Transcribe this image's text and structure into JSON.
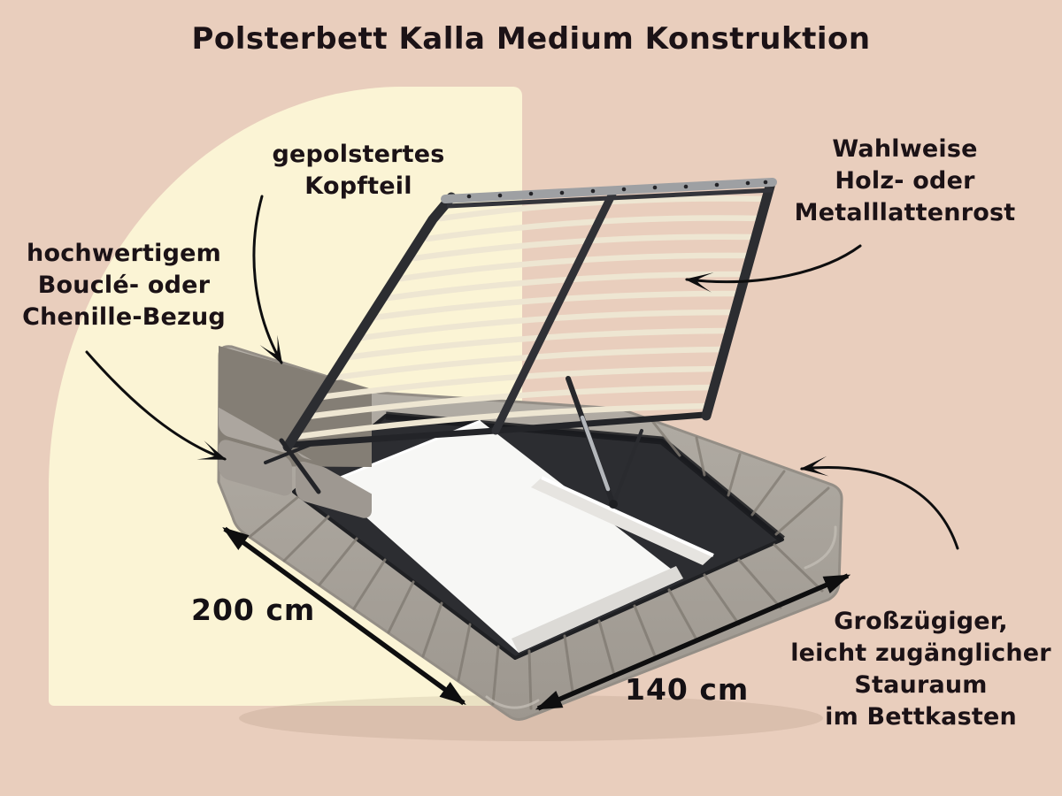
{
  "title": "Polsterbett Kalla Medium Konstruktion",
  "annotations": {
    "kopfteil": {
      "lines": [
        "gepolstertes",
        "Kopfteil"
      ]
    },
    "lattenrost": {
      "lines": [
        "Wahlweise",
        "Holz- oder",
        "Metalllattenrost"
      ]
    },
    "bezug": {
      "lines": [
        "hochwertigem",
        "Bouclé- oder",
        "Chenille-Bezug"
      ]
    },
    "stauraum": {
      "lines": [
        "Großzügiger,",
        "leicht zugänglicher",
        "Stauraum",
        "im Bettkasten"
      ]
    }
  },
  "dimensions": {
    "length": "200 cm",
    "width": "140 cm"
  },
  "colors": {
    "background": "#e9cebd",
    "shape": "#fbf4d5",
    "text": "#1b1216",
    "arrow": "#0e0e0f",
    "fabric": "#a8a29a",
    "storage_interior": "#2c2d31",
    "storage_box": "#f7f7f5",
    "slats": "#eee6d2",
    "frame_metal": "#2c2d31"
  },
  "icons": [
    "curved-arrow-icon",
    "double-headed-arrow-icon"
  ]
}
